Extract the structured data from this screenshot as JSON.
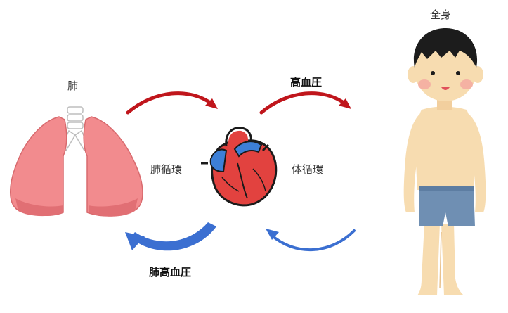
{
  "labels": {
    "lungs": "肺",
    "whole_body": "全身",
    "pulmonary_circulation": "肺循環",
    "systemic_circulation": "体循環",
    "hypertension": "高血圧",
    "pulmonary_hypertension": "肺高血圧"
  },
  "colors": {
    "arrow_red": "#c0161c",
    "arrow_blue": "#3b6fd1",
    "lung_fill": "#f28b8e",
    "heart_red": "#e2423f",
    "heart_blue": "#3d7fd6",
    "skin": "#f7dcb0",
    "shorts": "#6f8fb3",
    "hair": "#1c1c1c"
  },
  "icons": [
    "lungs-illustration",
    "heart-illustration",
    "boy-illustration"
  ]
}
